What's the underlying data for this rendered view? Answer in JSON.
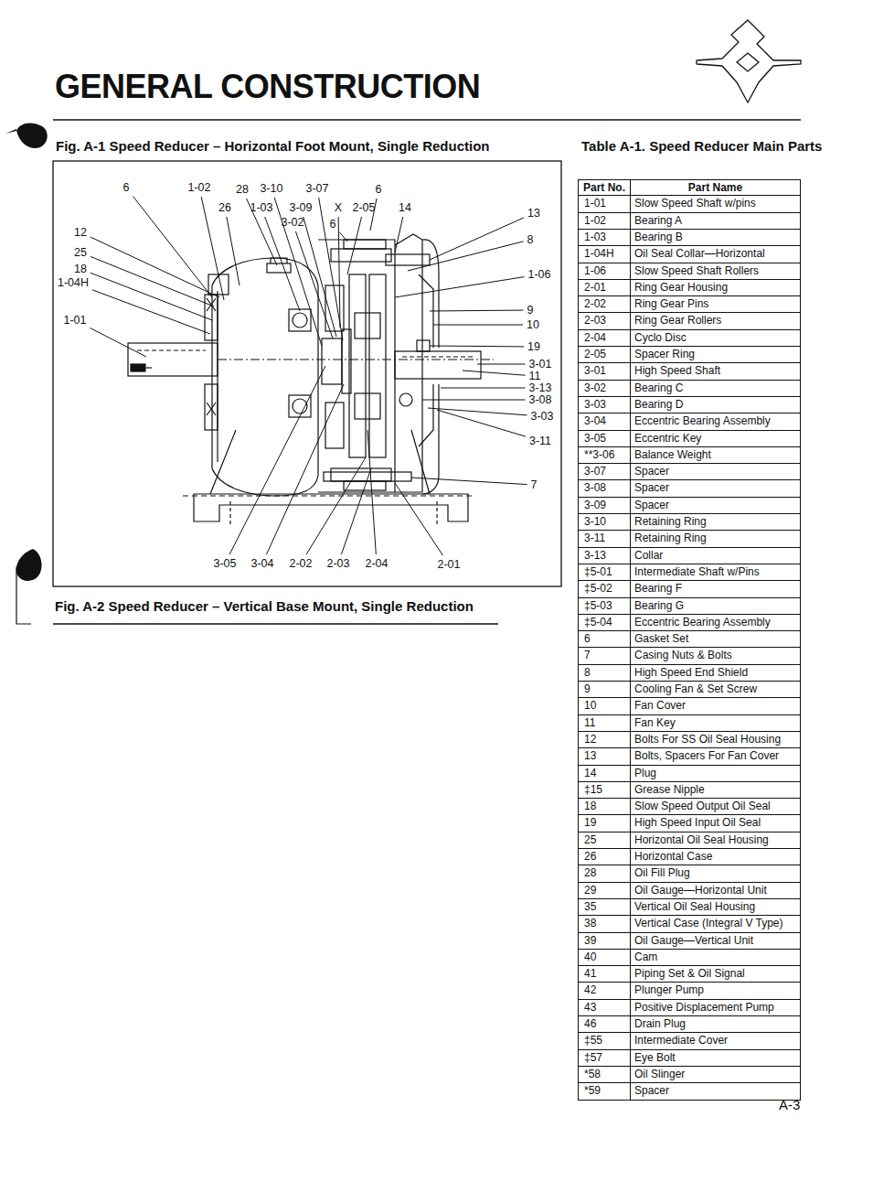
{
  "diagram": {
    "title": "GENERAL CONSTRUCTION",
    "caption": "Fig. A-1 Speed Reducer – Horizontal Foot Mount, Single Reduction",
    "labels": [
      "6",
      "1-02",
      "28",
      "3-10",
      "3-07",
      "6",
      "26",
      "1-03",
      "3-09",
      "X",
      "2-05",
      "14",
      "3-02",
      "6",
      "12",
      "25",
      "18",
      "1-04H",
      "1-01",
      "13",
      "8",
      "1-06",
      "9",
      "10",
      "19",
      "3-01",
      "11",
      "3-13",
      "3-08",
      "3-03",
      "3-11",
      "7",
      "3-05",
      "3-04",
      "2-02",
      "2-03",
      "2-04",
      "2-01",
      "Fig. A-2 Speed Reducer – Vertical Base Mount, Single Reduction",
      "Table A-1. Speed Reducer Main Parts",
      "Part No.",
      "Part Name",
      "1-01",
      "Slow Speed Shaft w/pins",
      "1-02",
      "Bearing A",
      "1-03",
      "Bearing B",
      "1-04H",
      "Oil Seal Collar—Horizontal",
      "1-06",
      "Slow Speed Shaft Rollers",
      "2-01",
      "Ring Gear Housing",
      "2-02",
      "Ring Gear Pins",
      "2-03",
      "Ring Gear Rollers",
      "2-04",
      "Cyclo Disc",
      "2-05",
      "Spacer Ring",
      "3-01",
      "High Speed Shaft",
      "3-02",
      "Bearing C",
      "3-03",
      "Bearing D",
      "3-04",
      "Eccentric Bearing Assembly",
      "3-05",
      "Eccentric Key",
      "**3-06",
      "Balance Weight",
      "3-07",
      "Spacer",
      "3-08",
      "Spacer",
      "3-09",
      "Spacer",
      "3-10",
      "Retaining Ring",
      "3-11",
      "Retaining Ring",
      "3-13",
      "Collar",
      "‡5-01",
      "Intermediate Shaft w/Pins",
      "‡5-02",
      "Bearing F",
      "‡5-03",
      "Bearing G",
      "‡5-04",
      "Eccentric Bearing Assembly",
      "6",
      "Gasket Set",
      "7",
      "Casing Nuts & Bolts",
      "8",
      "High Speed End Shield",
      "9",
      "Cooling Fan & Set Screw",
      "10",
      "Fan Cover",
      "11",
      "Fan Key",
      "12",
      "Bolts For SS Oil Seal Housing",
      "13",
      "Bolts, Spacers For Fan Cover",
      "14",
      "Plug",
      "‡15",
      "Grease Nipple",
      "18",
      "Slow Speed Output Oil Seal",
      "19",
      "High Speed Input Oil Seal",
      "25",
      "Horizontal Oil Seal Housing",
      "26",
      "Horizontal Case",
      "28",
      "Oil Fill Plug",
      "29",
      "Oil Gauge—Horizontal Unit",
      "35",
      "Vertical Oil Seal Housing",
      "38",
      "Vertical Case (Integral V Type)",
      "39",
      "Oil Gauge—Vertical Unit",
      "40",
      "Cam",
      "41",
      "Piping Set & Oil Signal",
      "42",
      "Plunger Pump",
      "43",
      "Positive Displacement Pump",
      "46",
      "Drain Plug",
      "‡55",
      "Intermediate Cover",
      "‡57",
      "Eye Bolt",
      "*58",
      "Oil Slinger",
      "*59",
      "Spacer",
      "A-3"
    ]
  }
}
